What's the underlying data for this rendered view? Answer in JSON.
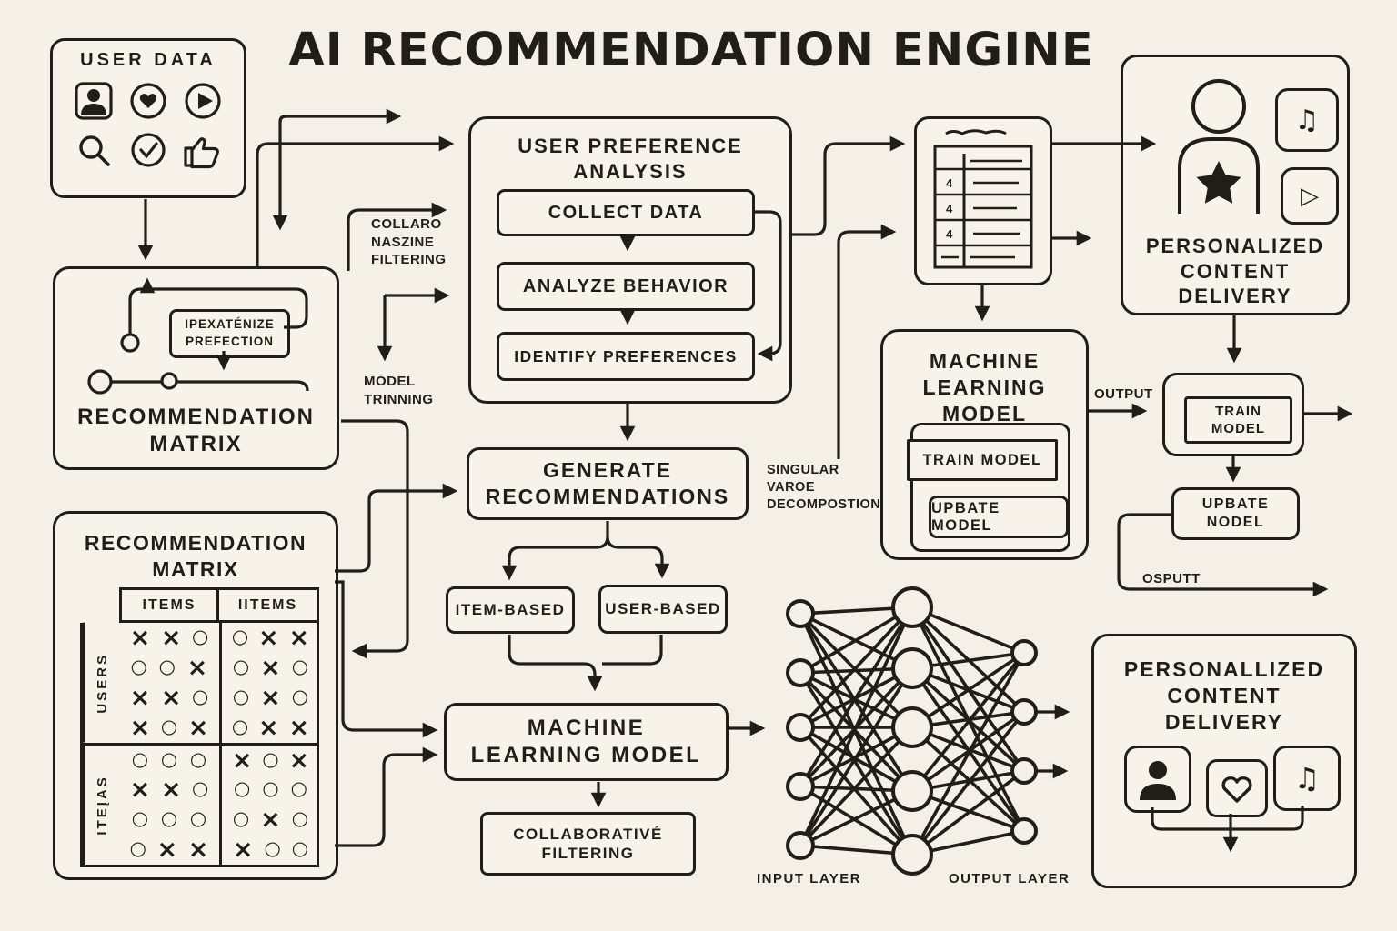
{
  "title": "AI RECOMMENDATION ENGINE",
  "colors": {
    "background": "#f5f0e7",
    "ink": "#211e18",
    "panel": "#f7f3ea"
  },
  "user_data": {
    "title": "USER DATA",
    "icons": [
      "profile-card",
      "heart-circle",
      "play-circle",
      "search",
      "check-circle",
      "thumbs-up"
    ]
  },
  "recommendation_matrix_top": {
    "title": [
      "RECOMMENDATION",
      "MATRIX"
    ],
    "inner_box": [
      "IPEXATÉNIZE",
      "PREFECTION"
    ]
  },
  "user_preference_analysis": {
    "title": [
      "USER PREFERENCE",
      "ANALYSIS"
    ],
    "steps": [
      "COLLECT DATA",
      "ANALYZE BEHAVIOR",
      "IDENTIFY PREFERENCES"
    ]
  },
  "connector_labels": {
    "collaro": [
      "COLLARO",
      "NASZINE",
      "FILTERING"
    ],
    "model_trinning": [
      "MODEL",
      "TRINNING"
    ],
    "singular": [
      "SINGULAR",
      "VAROE",
      "DECOMPOSTION"
    ],
    "output": "OUTPUT",
    "osputt": "OSPUTT"
  },
  "generate_recommendations": {
    "label": [
      "GENERATE",
      "RECOMMENDATIONS"
    ]
  },
  "item_based": {
    "label": "ITEM-BASED"
  },
  "user_based": {
    "label": "USER-BASED"
  },
  "ml_model_bottom": {
    "label": [
      "MACHINE",
      "LEARNING MODEL"
    ]
  },
  "collaborative_filtering": {
    "label": [
      "COLLABORATIVÉ",
      "FILTERING"
    ]
  },
  "recommendation_matrix_table": {
    "title": [
      "RECOMMENDATION",
      "MATRIX"
    ],
    "col_headers": [
      "ITEMS",
      "IITEMS"
    ],
    "row_groups": [
      {
        "label": "USERS",
        "rows": [
          [
            "XXO",
            "OXX"
          ],
          [
            "OOX",
            "OXO"
          ],
          [
            "XXO",
            "OXO"
          ],
          [
            "XOX",
            "OXX"
          ]
        ]
      },
      {
        "label": "ITEĮAS",
        "rows": [
          [
            "OOO",
            "XOX"
          ],
          [
            "XXO",
            "OOO"
          ],
          [
            "OOO",
            "OXO"
          ],
          [
            "OXX",
            "XOO"
          ]
        ]
      }
    ]
  },
  "document_panel": {
    "icon": "document-list-icon",
    "cell_marks": [
      "4",
      "4",
      "4"
    ]
  },
  "ml_model_right": {
    "title": [
      "MACHINE",
      "LEARNING",
      "MODEL"
    ],
    "steps": [
      "TRAIN MODEL",
      "UPBATE MODEL"
    ]
  },
  "train_model_right": {
    "label": [
      "TRAIN",
      "MODEL"
    ]
  },
  "update_model_right": {
    "label": [
      "UPBATE",
      "NODEL"
    ]
  },
  "pcd_top": {
    "title": [
      "PERSONALIZED",
      "CONTENT",
      "DELIVERY"
    ],
    "icons": [
      "person-star",
      "music-note",
      "play"
    ]
  },
  "pcd_bottom": {
    "title": [
      "PERSONALLIZED",
      "CONTENT",
      "DELIVERY"
    ],
    "icons": [
      "person",
      "heart",
      "music-note"
    ]
  },
  "neural_network": {
    "input_label": "INPUT LAYER",
    "output_label": "OUTPUT LAYER",
    "input_nodes": 5,
    "hidden_nodes": 5,
    "output_nodes": 4
  }
}
